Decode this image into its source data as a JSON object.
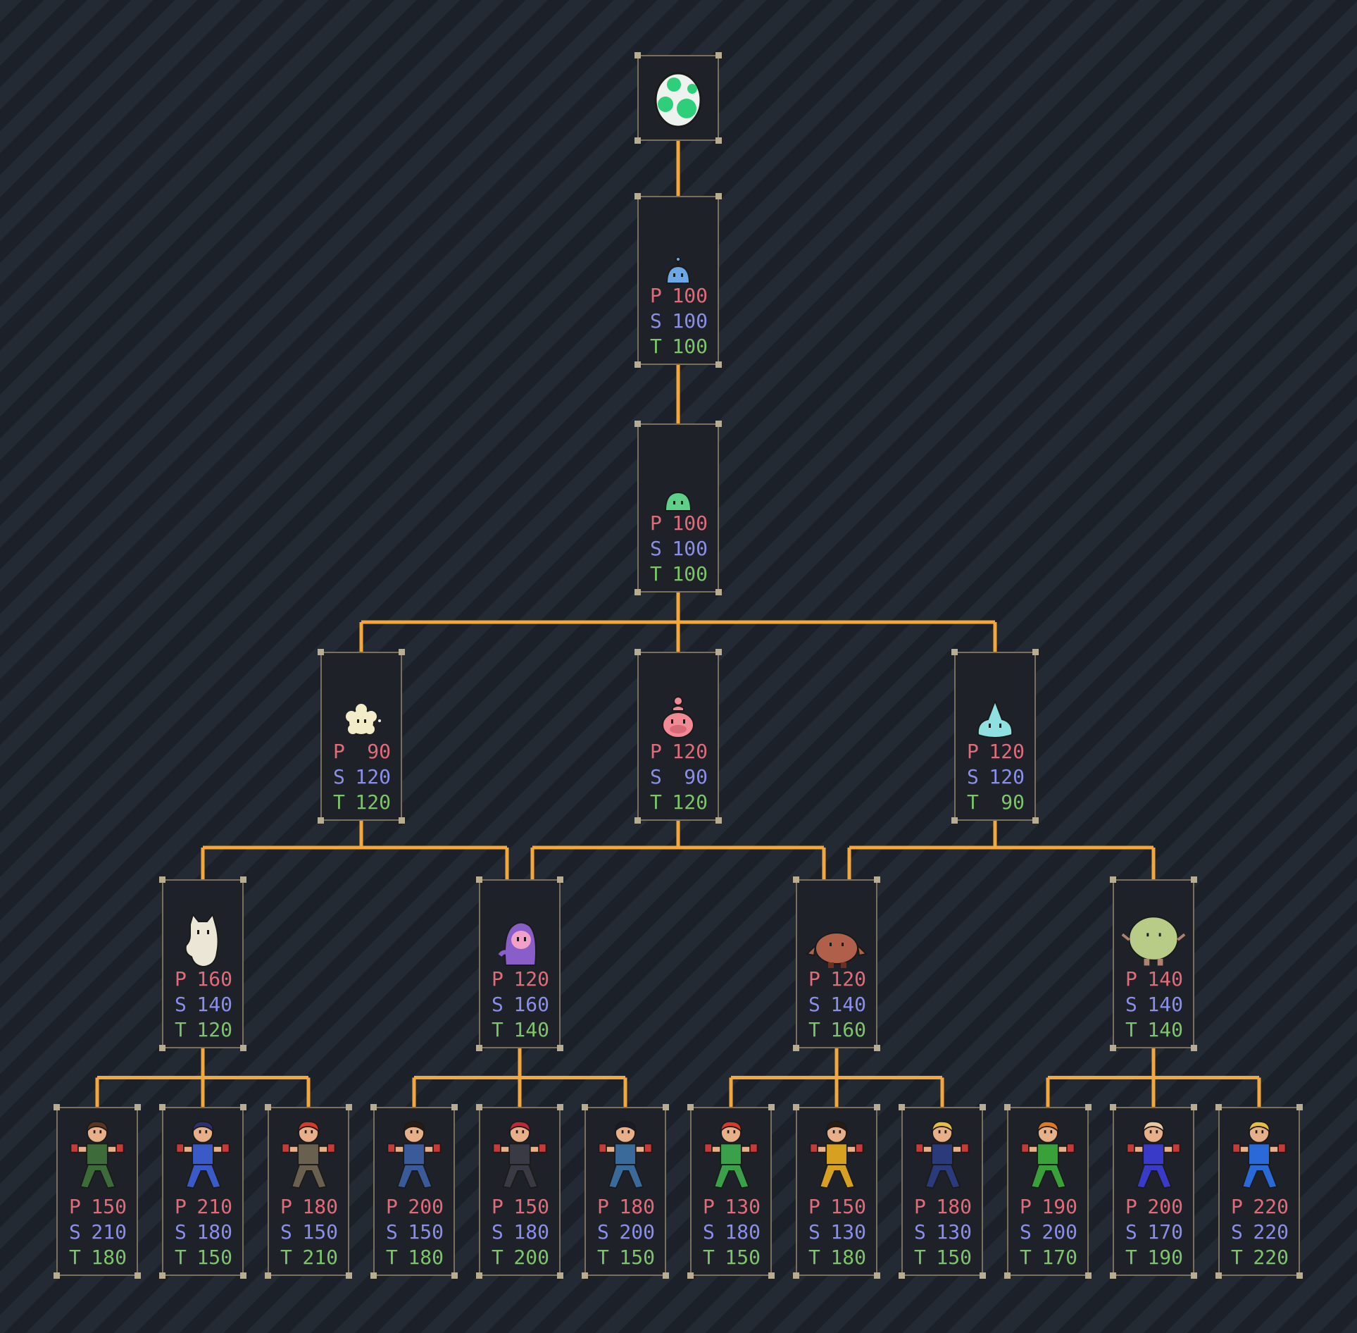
{
  "colors": {
    "line": "#f4a73a",
    "p": "#e06c7a",
    "s": "#8b8fe8",
    "t": "#7ec46a",
    "frame": "#7a6f5a"
  },
  "stat_letters": {
    "p": "P",
    "s": "S",
    "t": "T"
  },
  "nodes": [
    {
      "id": "egg",
      "icon": "green-spotted-egg",
      "kind": "egg"
    },
    {
      "id": "baby1",
      "icon": "blue-blob-with-antenna",
      "kind": "blob-antenna",
      "color": "#6aa8e8",
      "parent": "egg",
      "p": "100",
      "s": "100",
      "t": "100"
    },
    {
      "id": "baby2",
      "icon": "green-slime",
      "kind": "slime",
      "color": "#5ed08a",
      "parent": "baby1",
      "p": "100",
      "s": "100",
      "t": "100"
    },
    {
      "id": "rookie-cream",
      "icon": "cream-fluffball",
      "kind": "fluff",
      "color": "#f2ecc8",
      "parent": "baby2",
      "p": "90",
      "s": "120",
      "t": "120"
    },
    {
      "id": "rookie-pink",
      "icon": "pink-bulb-blob",
      "kind": "bulb",
      "color": "#f28a96",
      "parent": "baby2",
      "p": "120",
      "s": "90",
      "t": "120"
    },
    {
      "id": "rookie-cyan",
      "icon": "cyan-drop-slime",
      "kind": "drop",
      "color": "#8fe0e0",
      "parent": "baby2",
      "p": "120",
      "s": "120",
      "t": "90"
    },
    {
      "id": "adult-ghost",
      "icon": "white-cat-ghost",
      "kind": "ghost",
      "color": "#ece6d6",
      "parents": [
        "rookie-cream"
      ],
      "p": "160",
      "s": "140",
      "t": "120"
    },
    {
      "id": "adult-purple",
      "icon": "purple-hooded-blob",
      "kind": "hood",
      "color": "#8a5ec8",
      "parents": [
        "rookie-cream",
        "rookie-pink"
      ],
      "p": "120",
      "s": "160",
      "t": "140"
    },
    {
      "id": "adult-brown",
      "icon": "brown-crab-blob",
      "kind": "crab",
      "color": "#b0604a",
      "parents": [
        "rookie-pink",
        "rookie-cyan"
      ],
      "p": "120",
      "s": "140",
      "t": "160"
    },
    {
      "id": "adult-green",
      "icon": "green-round-blob",
      "kind": "round",
      "color": "#b8cc88",
      "parents": [
        "rookie-cyan"
      ],
      "p": "140",
      "s": "140",
      "t": "140"
    },
    {
      "id": "f1",
      "icon": "soldier-fighter",
      "kind": "fighter",
      "color": "#3e6b3a",
      "hair": "#5a3622",
      "parent": "adult-ghost",
      "p": "150",
      "s": "210",
      "t": "180"
    },
    {
      "id": "f2",
      "icon": "police-fighter",
      "kind": "fighter",
      "color": "#3a5ac8",
      "hair": "#2a3070",
      "parent": "adult-ghost",
      "p": "210",
      "s": "180",
      "t": "150"
    },
    {
      "id": "f3",
      "icon": "red-hair-brawler",
      "kind": "fighter",
      "color": "#6a6050",
      "hair": "#d83a2a",
      "parent": "adult-ghost",
      "p": "180",
      "s": "150",
      "t": "210"
    },
    {
      "id": "f4",
      "icon": "boxer-fighter",
      "kind": "fighter",
      "color": "#3a5a9a",
      "hair": "#2a1a10",
      "parent": "adult-purple",
      "p": "200",
      "s": "150",
      "t": "180"
    },
    {
      "id": "f5",
      "icon": "scythe-fighter",
      "kind": "fighter",
      "color": "#3a3a44",
      "hair": "#c02838",
      "parent": "adult-purple",
      "p": "150",
      "s": "180",
      "t": "200"
    },
    {
      "id": "f6",
      "icon": "tonfa-fighter",
      "kind": "fighter",
      "color": "#3a6a9a",
      "hair": "#1a1a28",
      "parent": "adult-purple",
      "p": "180",
      "s": "200",
      "t": "150"
    },
    {
      "id": "f7",
      "icon": "green-leotard-fighter",
      "kind": "fighter",
      "color": "#3aa04a",
      "hair": "#d83a2a",
      "parent": "adult-brown",
      "p": "130",
      "s": "180",
      "t": "150"
    },
    {
      "id": "f8",
      "icon": "yellow-pants-fighter",
      "kind": "fighter",
      "color": "#d8a020",
      "hair": "#2a1a10",
      "parent": "adult-brown",
      "p": "150",
      "s": "130",
      "t": "180"
    },
    {
      "id": "f9",
      "icon": "blonde-gi-fighter",
      "kind": "fighter",
      "color": "#2a3a7a",
      "hair": "#e8c040",
      "parent": "adult-brown",
      "p": "180",
      "s": "130",
      "t": "150"
    },
    {
      "id": "f10",
      "icon": "green-beast-fighter",
      "kind": "fighter",
      "color": "#3aa03a",
      "hair": "#e07a20",
      "parent": "adult-green",
      "p": "190",
      "s": "200",
      "t": "170"
    },
    {
      "id": "f11",
      "icon": "muay-thai-fighter",
      "kind": "fighter",
      "color": "#3a3ac8",
      "hair": "#e8c8a0",
      "parent": "adult-green",
      "p": "200",
      "s": "170",
      "t": "190"
    },
    {
      "id": "f12",
      "icon": "blue-suit-fighter",
      "kind": "fighter",
      "color": "#2a6ad8",
      "hair": "#e8c040",
      "parent": "adult-green",
      "p": "220",
      "s": "220",
      "t": "220"
    }
  ]
}
